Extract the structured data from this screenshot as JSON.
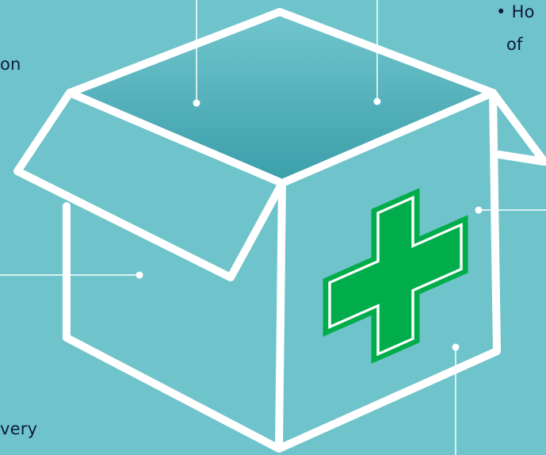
{
  "colors": {
    "background": "#6fc3cb",
    "box_interior_top": "#72c6ce",
    "box_interior_bottom": "#3a9ea9",
    "outline": "#ffffff",
    "cross_fill": "#00ad4a",
    "cross_border": "#00ad4a",
    "text": "#0d1a3f"
  },
  "icons": {
    "box": "open-box-icon",
    "cross": "medical-cross-icon"
  },
  "labels": {
    "left_fragment": "on",
    "right_bullet": "•",
    "right_fragment_1": "Ho",
    "right_fragment_2": "of",
    "bottom_left_fragment": "very"
  }
}
